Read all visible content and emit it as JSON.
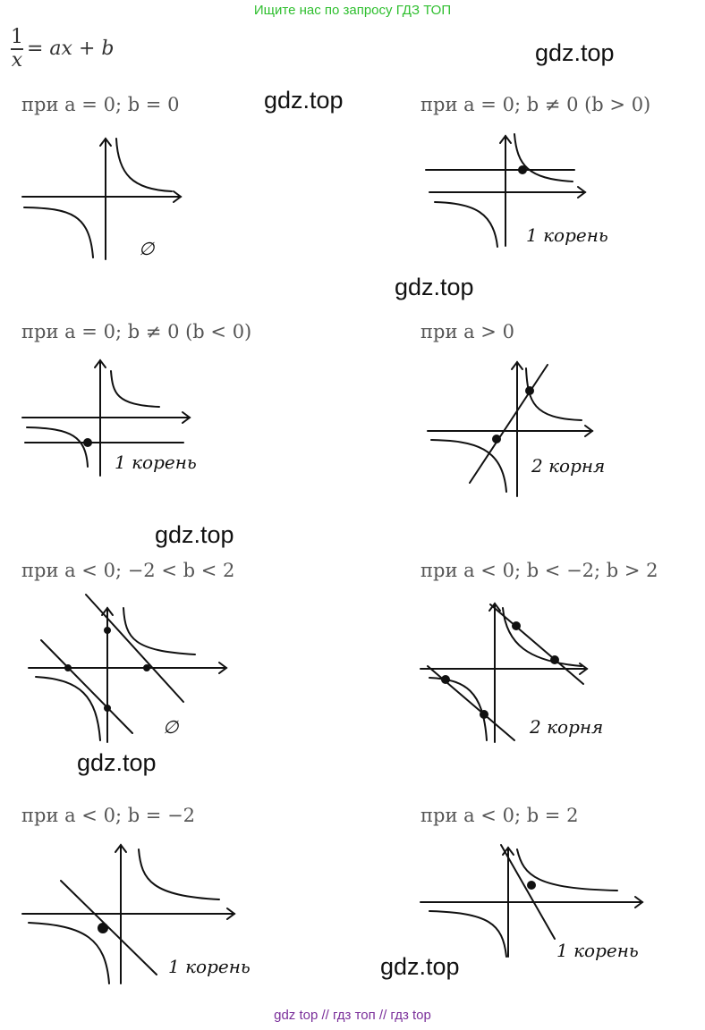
{
  "banner": "Ищите нас по запросу ГДЗ ТОП",
  "equation": {
    "num": "1",
    "den": "x",
    "rhs": "= ax + b"
  },
  "watermark": "gdz.top",
  "cases": [
    {
      "condition": "при a = 0; b = 0",
      "result": "∅"
    },
    {
      "condition": "при a = 0; b ≠ 0 (b > 0)",
      "result": "1 корень"
    },
    {
      "condition": "при a = 0; b ≠ 0 (b < 0)",
      "result": "1 корень"
    },
    {
      "condition": "при a > 0",
      "result": "2 корня"
    },
    {
      "condition": "при a < 0; −2 < b < 2",
      "result": "∅"
    },
    {
      "condition": "при a < 0; b < −2; b > 2",
      "result": "2 корня"
    },
    {
      "condition": "при a < 0; b = −2",
      "result": "1 корень"
    },
    {
      "condition": "при a < 0; b = 2",
      "result": "1 корень"
    }
  ],
  "footer": "gdz top  //  гдз топ  //  гдз top"
}
